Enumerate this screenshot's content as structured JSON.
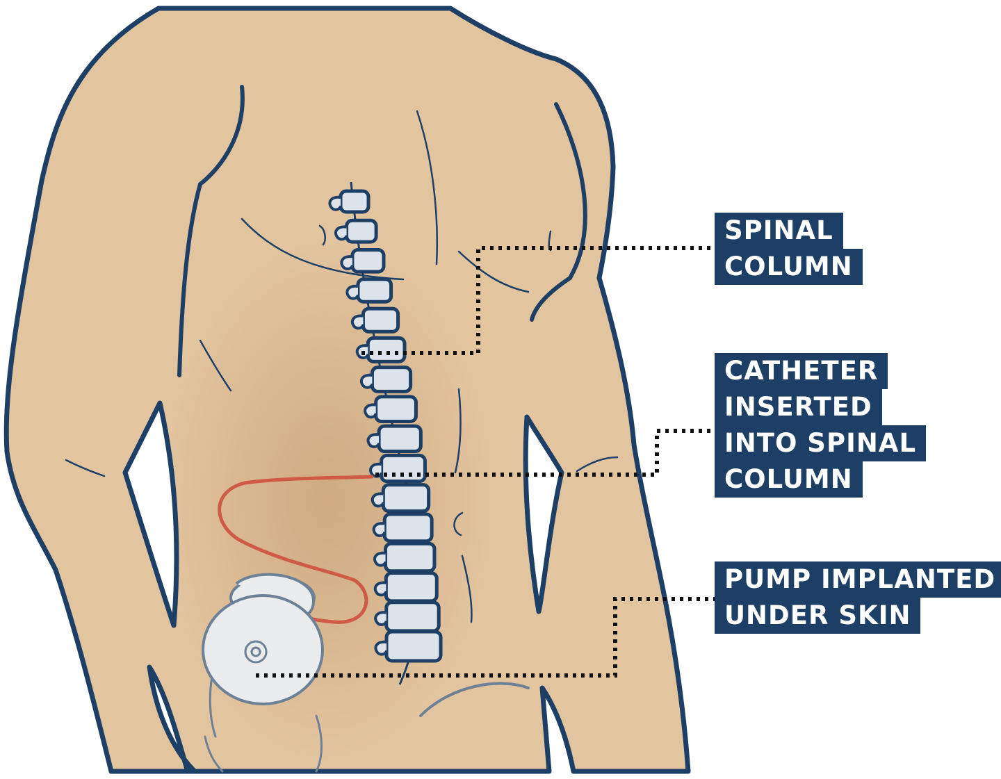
{
  "colors": {
    "skin": "#e2c49f",
    "skin_shadow": "#c9a276",
    "outline": "#1d3f66",
    "bone": "#dde3ea",
    "catheter": "#cf5a45",
    "pump": "#e9ebed",
    "pump_outline": "#6d8196",
    "label_bg": "#1d3f66",
    "label_text": "#ffffff"
  },
  "labels": {
    "spinal_column": [
      "SPINAL",
      "COLUMN"
    ],
    "catheter": [
      "CATHETER",
      "INSERTED",
      "INTO SPINAL",
      "COLUMN"
    ],
    "pump": [
      "PUMP IMPLANTED",
      "UNDER SKIN"
    ]
  }
}
